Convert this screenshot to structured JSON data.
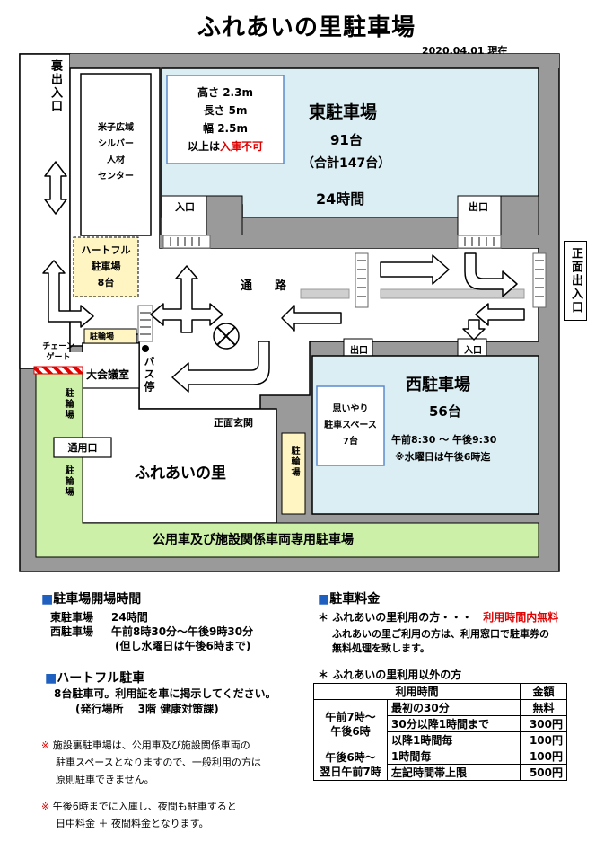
{
  "title": "ふれあいの里駐車場",
  "date": "2020.04.01  現在",
  "map": {
    "back_entrance": "裏出入口",
    "front_entrance": "正面出入口",
    "silver_center": [
      "米子広域",
      "シルバー",
      "人材",
      "センター"
    ],
    "heartful": [
      "ハートフル",
      "駐車場",
      "8台"
    ],
    "height_limits": [
      "高さ 2.3m",
      "長さ 5m",
      "幅 2.5m"
    ],
    "no_entry_prefix": "以上は",
    "no_entry_red": "入庫不可",
    "east_name": "東駐車場",
    "east_count": "91台",
    "east_total": "（合計147台）",
    "east_hours": "24時間",
    "entrance_in": "入口",
    "entrance_out": "出口",
    "passage": "通　路",
    "bike_parking": "駐輪場",
    "bike_vertical": "駐輪場",
    "chain_gate": [
      "チェーン",
      "ゲート"
    ],
    "meeting_room": "大会議室",
    "bus_stop": "バス停",
    "front_hall": "正面玄関",
    "facility": "ふれあいの里",
    "service_entrance": "通用口",
    "west_name": "西駐車場",
    "west_count": "56台",
    "west_hours": "午前8:30 ～ 午後9:30",
    "west_note": "※水曜日は午後6時迄",
    "omoiyari": [
      "思いやり",
      "駐車スペース",
      "7台"
    ],
    "official_lot": "公用車及び施設関係車両専用駐車場"
  },
  "open_hours": {
    "heading": "駐車場開場時間",
    "east_label": "東駐車場",
    "east_value": "24時間",
    "west_label": "西駐車場",
    "west_value": "午前8時30分～午後9時30分",
    "west_note": "(但し水曜日は午後6時まで)"
  },
  "heartful_section": {
    "heading": "ハートフル駐車",
    "line1": "8台駐車可。利用証を車に掲示してください。",
    "line2": "(発行場所　 3階 健康対策課)"
  },
  "notes": {
    "mark": "※",
    "note1_l1": "施設裏駐車場は、公用車及び施設関係車両の",
    "note1_l2": "駐車スペースとなりますので、一般利用の方は",
    "note1_l3": "原則駐車できません。",
    "note2_l1": "午後6時までに入庫し、夜間も駐車すると",
    "note2_l2": "日中料金 ＋ 夜間料金となります。"
  },
  "fees": {
    "heading": "駐車料金",
    "star": "＊",
    "user_line": "ふれあいの里利用の方・・・",
    "user_free": "利用時間内無料",
    "user_desc1": "ふれあいの里ご利用の方は、利用窓口で駐車券の",
    "user_desc2": "無料処理を致します。",
    "other_line": "ふれあいの里利用以外の方",
    "table_header_time": "利用時間",
    "table_header_fee": "金額",
    "day_label1": "午前7時～",
    "day_label2": "午後6時",
    "night_label1": "午後6時～",
    "night_label2": "翌日午前7時",
    "rows": [
      {
        "desc": "最初の30分",
        "fee": "無料"
      },
      {
        "desc": "30分以降1時間まで",
        "fee": "300円"
      },
      {
        "desc": "以降1時間毎",
        "fee": "100円"
      },
      {
        "desc": "1時間毎",
        "fee": "100円"
      },
      {
        "desc": "左記時間帯上限",
        "fee": "500円"
      }
    ]
  },
  "colors": {
    "lot_blue": "#dbeef3",
    "green": "#ccf0a8",
    "yellow": "#fff5c2",
    "building_gray": "#9a9a9a",
    "accent_blue": "#1f5fbf",
    "red": "#e00000"
  }
}
